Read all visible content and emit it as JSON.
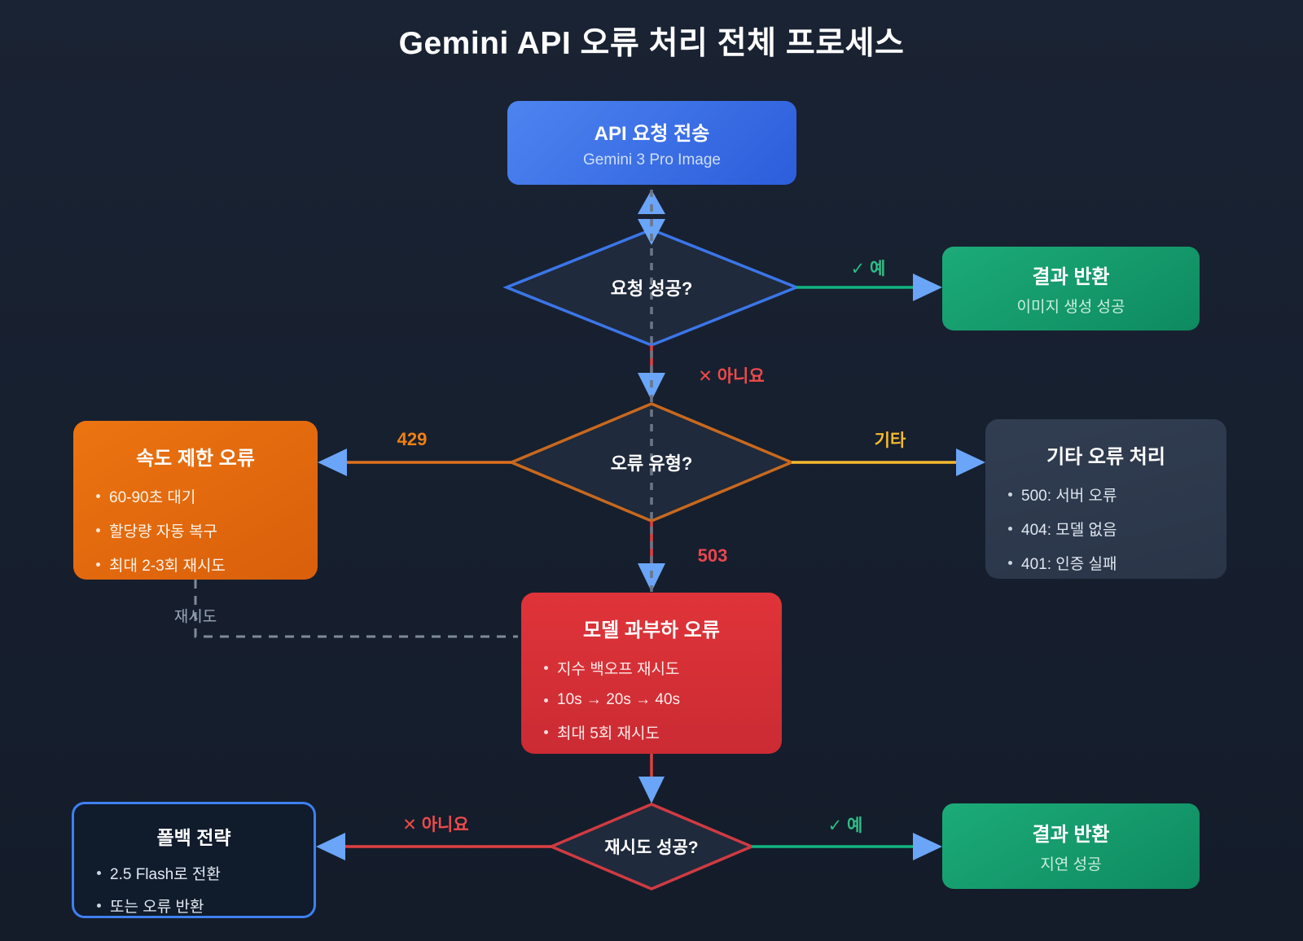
{
  "title": "Gemini API 오류 처리 전체 프로세스",
  "nodes": {
    "start": {
      "title": "API 요청 전송",
      "subtitle": "Gemini 3 Pro Image"
    },
    "request_success_decision": {
      "label": "요청 성공?"
    },
    "return_result_image": {
      "title": "결과 반환",
      "subtitle": "이미지 생성 성공"
    },
    "error_type_decision": {
      "label": "오류 유형?"
    },
    "rate_limit_error": {
      "title": "속도 제한 오류",
      "bullets": [
        "60-90초 대기",
        "할당량 자동 복구",
        "최대 2-3회 재시도"
      ]
    },
    "other_error_handling": {
      "title": "기타 오류 처리",
      "bullets": [
        "500: 서버 오류",
        "404: 모델 없음",
        "401: 인증 실패"
      ]
    },
    "model_overload_error": {
      "title": "모델 과부하 오류",
      "bullets": [
        "지수 백오프 재시도",
        "10s → 20s → 40s",
        "최대 5회 재시도"
      ]
    },
    "retry_success_decision": {
      "label": "재시도 성공?"
    },
    "fallback_strategy": {
      "title": "폴백 전략",
      "bullets": [
        "2.5 Flash로 전환",
        "또는 오류 반환"
      ]
    },
    "return_result_delayed": {
      "title": "결과 반환",
      "subtitle": "지연 성공"
    }
  },
  "edge_labels": {
    "yes_top": "✓ 예",
    "no_top": "✕ 아니요",
    "rate_limit_code": "429",
    "other": "기타",
    "overload_code": "503",
    "retry": "재시도",
    "no_bottom": "✕ 아니요",
    "yes_bottom": "✓ 예"
  },
  "colors": {
    "blue": "#3b82f6",
    "green": "#12b380",
    "orange": "#e0701c",
    "yellow": "#f5b82e",
    "red": "#e04043",
    "arrowhead": "#6aa5f8",
    "dashed_gray": "#6b7687"
  }
}
